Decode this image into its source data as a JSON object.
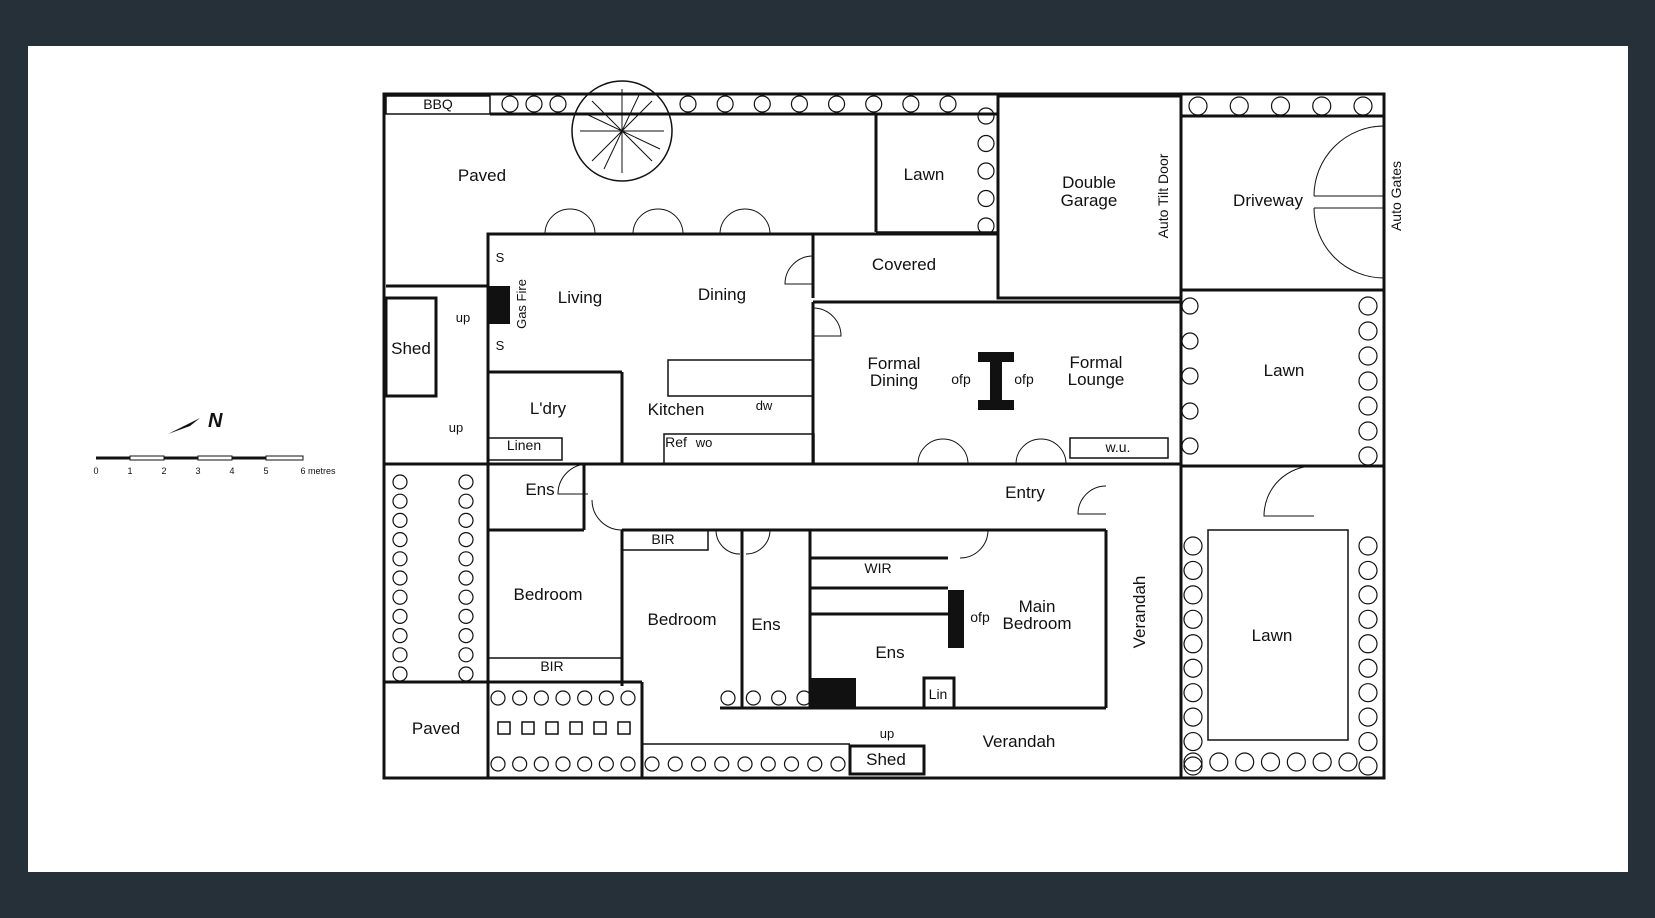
{
  "rooms": {
    "bbq": "BBQ",
    "paved_top": "Paved",
    "lawn_top": "Lawn",
    "double_garage_1": "Double",
    "double_garage_2": "Garage",
    "auto_tilt_door": "Auto Tilt Door",
    "driveway": "Driveway",
    "auto_gates": "Auto Gates",
    "covered": "Covered",
    "gas_fire": "Gas Fire",
    "s_upper": "S",
    "s_lower": "S",
    "living": "Living",
    "dining": "Dining",
    "shed_left": "Shed",
    "up_left": "up",
    "up_laundry": "up",
    "formal_dining_1": "Formal",
    "formal_dining_2": "Dining",
    "ofp_left": "ofp",
    "ofp_right": "ofp",
    "formal_lounge_1": "Formal",
    "formal_lounge_2": "Lounge",
    "lawn_right": "Lawn",
    "laundry": "L'dry",
    "kitchen": "Kitchen",
    "dw": "dw",
    "linen": "Linen",
    "ref": "Ref",
    "wo": "wo",
    "wu": "w.u.",
    "ens_left": "Ens",
    "entry": "Entry",
    "bir_top": "BIR",
    "wir": "WIR",
    "bedroom_left": "Bedroom",
    "bedroom_mid": "Bedroom",
    "ens_mid": "Ens",
    "ens_main": "Ens",
    "ofp_main": "ofp",
    "main_bedroom_1": "Main",
    "main_bedroom_2": "Bedroom",
    "verandah_side": "Verandah",
    "lawn_bottom": "Lawn",
    "bir_bottom": "BIR",
    "lin": "Lin",
    "paved_bottom": "Paved",
    "up_bottom": "up",
    "shed_bottom": "Shed",
    "verandah_bottom": "Verandah"
  },
  "legend": {
    "north": "N",
    "scale_ticks": [
      "0",
      "1",
      "2",
      "3",
      "4",
      "5",
      "6 metres"
    ]
  }
}
